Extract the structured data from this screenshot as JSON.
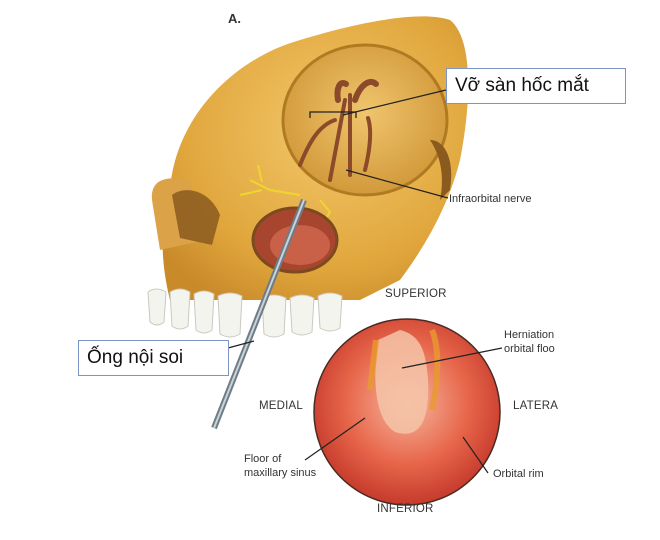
{
  "figure_letter": "A.",
  "callouts": {
    "orbital_floor_fracture": "Vỡ sàn hốc mắt",
    "endoscope": "Ống nội soi"
  },
  "labels": {
    "infraorbital_nerve": "Infraorbital nerve",
    "herniation_line1": "Herniation",
    "herniation_line2": "orbital floo",
    "floor_line1": "Floor of",
    "floor_line2": "maxillary sinus",
    "orbital_rim": "Orbital rim"
  },
  "directions": {
    "superior": "SUPERIOR",
    "inferior": "INFERIOR",
    "medial": "MEDIAL",
    "lateral": "LATERA"
  }
}
